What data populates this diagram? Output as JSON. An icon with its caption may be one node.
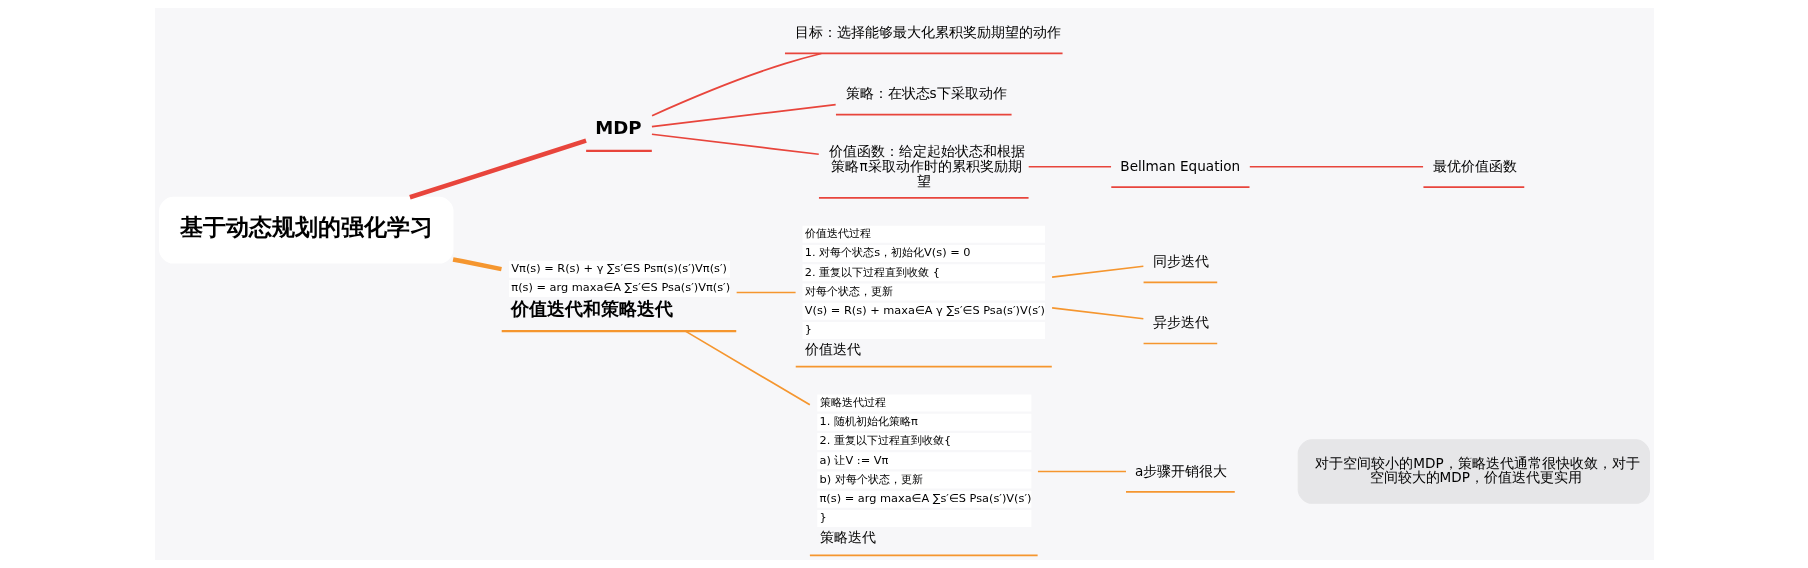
{
  "diagram": {
    "nodes": [
      {
        "text": [
          "基于动态规划的强化学习"
        ]
      },
      {
        "text": [
          "MDP"
        ]
      },
      {
        "text": [
          "目标：选择能够最大化累积奖励期望的动作"
        ]
      },
      {
        "text": [
          "策略：在状态s下采取动作"
        ]
      },
      {
        "text": [
          "价值函数：给定起始状态和根据策略π采取动作时的累积奖励期望"
        ]
      },
      {
        "text": [
          "Bellman Equation"
        ]
      },
      {
        "text": [
          "最优价值函数"
        ]
      },
      {
        "text": [
          "Vπ(s) = R(s) + γ ∑s′∈S Psπ(s)(s′)Vπ(s′)",
          "π(s) = arg maxa∈A ∑s′∈S Psa(s′)Vπ(s′)",
          "价值迭代和策略迭代"
        ]
      },
      {
        "text": [
          "价值迭代过程",
          "1. 对每个状态s，初始化V(s) = 0",
          "2. 重复以下过程直到收敛 {",
          "对每个状态，更新",
          "V(s) = R(s) + maxa∈A γ ∑s′∈S Psa(s′)V(s′)",
          "}",
          "价值迭代"
        ]
      },
      {
        "text": [
          "同步迭代"
        ]
      },
      {
        "text": [
          "异步迭代"
        ]
      },
      {
        "text": [
          "策略迭代过程",
          "1. 随机初始化策略π",
          "2. 重复以下过程直到收敛{",
          "a) 让V := Vπ",
          "b) 对每个状态，更新",
          "π(s) = arg maxa∈A ∑s′∈S Psa(s′)V(s′)",
          "}",
          "策略迭代"
        ]
      },
      {
        "text": [
          "a步骤开销很大"
        ]
      },
      {
        "text": [
          "对于空间较小的MDP，策略迭代通常很快收敛，对于空间较大的MDP，价值迭代更实用"
        ]
      }
    ],
    "edges": [
      {
        "from": 0,
        "to": 1,
        "arrow": "none",
        "color": "#e8453c",
        "style": "thick"
      },
      {
        "from": 1,
        "to": 2,
        "arrow": "none",
        "color": "#e8453c"
      },
      {
        "from": 1,
        "to": 3,
        "arrow": "none",
        "color": "#e8453c"
      },
      {
        "from": 1,
        "to": 4,
        "arrow": "none",
        "color": "#e8453c"
      },
      {
        "from": 4,
        "to": 5,
        "arrow": "none",
        "color": "#e8453c"
      },
      {
        "from": 5,
        "to": 6,
        "arrow": "none",
        "color": "#e8453c"
      },
      {
        "from": 0,
        "to": 7,
        "arrow": "none",
        "color": "#f5962f",
        "style": "thick"
      },
      {
        "from": 7,
        "to": 8,
        "arrow": "none",
        "color": "#f5962f"
      },
      {
        "from": 7,
        "to": 11,
        "arrow": "none",
        "color": "#f5962f"
      },
      {
        "from": 8,
        "to": 9,
        "arrow": "none",
        "color": "#f5962f"
      },
      {
        "from": 8,
        "to": 10,
        "arrow": "none",
        "color": "#f5962f"
      },
      {
        "from": 11,
        "to": 12,
        "arrow": "none",
        "color": "#f5962f"
      }
    ]
  }
}
